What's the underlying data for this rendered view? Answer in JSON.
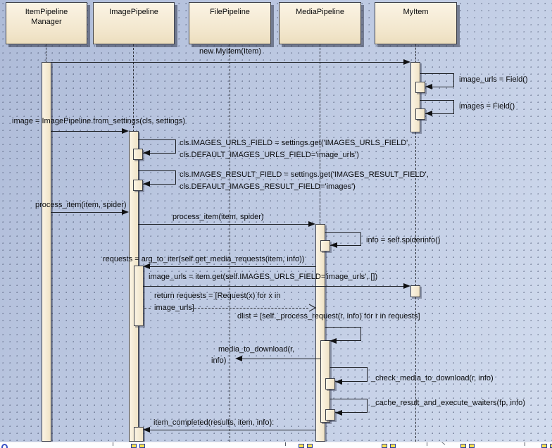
{
  "diagram_type": "uml-sequence-diagram",
  "actors": [
    {
      "label": "ItemPipeline Manager"
    },
    {
      "label": "ImagePipeline"
    },
    {
      "label": "FilePipeline"
    },
    {
      "label": "MediaPipeline"
    },
    {
      "label": "MyItem"
    }
  ],
  "messages": {
    "new_myitem": "new MyItem(Item)",
    "image_urls_field": "image_urls = Field()",
    "images_field": "images = Field()",
    "from_settings": "image = ImagePipeline.from_settings(cls, settings)",
    "urls_field_line1": "cls.IMAGES_URLS_FIELD = settings.get('IMAGES_URLS_FIELD',",
    "urls_field_line2": "cls.DEFAULT_IMAGES_URLS_FIELD='image_urls')",
    "result_field_line1": "cls.IMAGES_RESULT_FIELD = settings.get('IMAGES_RESULT_FIELD',",
    "result_field_line2": "cls.DEFAULT_IMAGES_RESULT_FIELD='images')",
    "process_item_1": "process_item(item, spider)",
    "process_item_2": "process_item(item, spider)",
    "spiderinfo": "info = self.spiderinfo()",
    "arg_to_iter": "requests = arg_to_iter(self.get_media_requests(item, info))",
    "item_get": "image_urls = item.get(self.IMAGES_URLS_FIELD='image_urls', [])",
    "return_line1": "return requests = [Request(x) for x in",
    "return_line2": "image_urls]",
    "dlist": "dlist = [self._process_request(r, info) for r in requests]",
    "media_to_download_line1": "media_to_download(r,",
    "media_to_download_line2": "info)",
    "check_media": "_check_media_to_download(r, info)",
    "cache_result": "_cache_result_and_execute_waiters(fp, info)",
    "item_completed": "item_completed(results, item, info):"
  },
  "colors": {
    "canvas_blue": "#bcc8e1",
    "shape_fill": "#f5ecd8",
    "shape_border": "#3f424b",
    "line": "#1d2025",
    "strip_icon_yellow": "#ffe44e",
    "strip_icon_blue": "#2a3f9e"
  }
}
